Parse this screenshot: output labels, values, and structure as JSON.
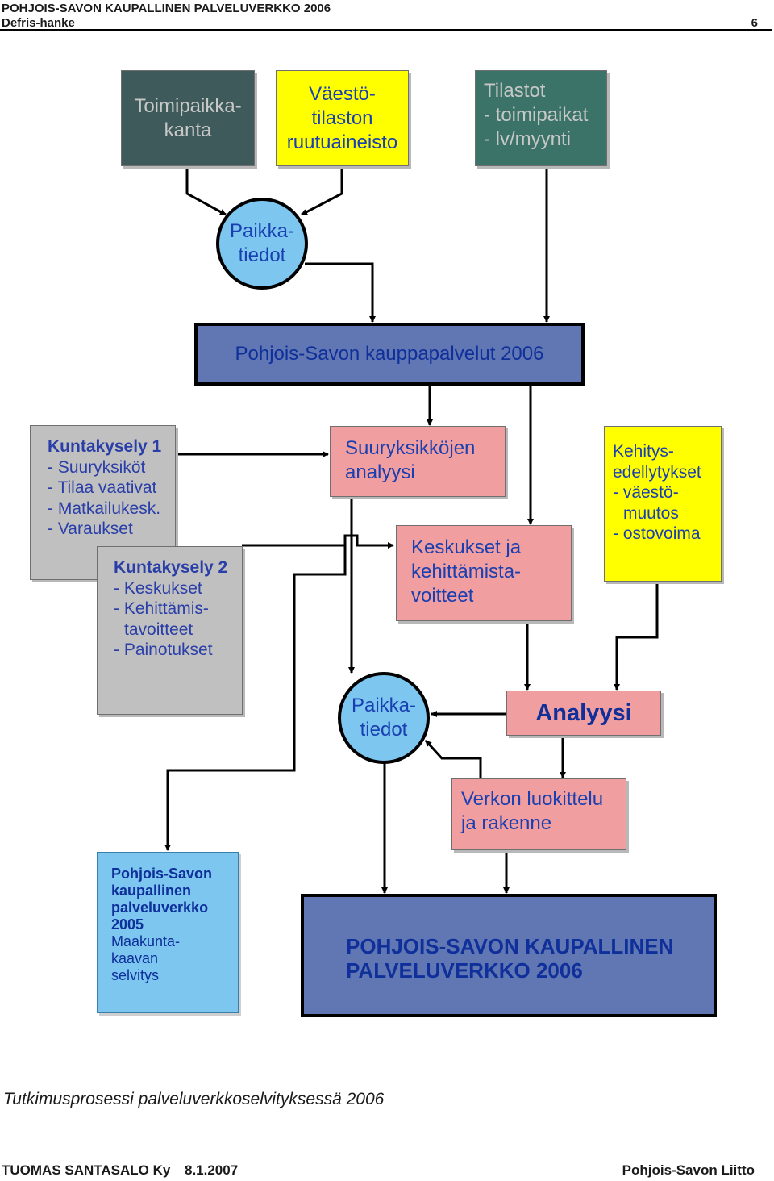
{
  "header": {
    "title": "POHJOIS-SAVON  KAUPALLINEN PALVELUVERKKO 2006",
    "project": "Defris-hanke",
    "page_number": "6"
  },
  "diagram": {
    "toimipaikkakanta": [
      "Toimipaikka-",
      "kanta"
    ],
    "vaesto": [
      "Väestö-",
      "tilaston",
      "ruutuaineisto"
    ],
    "tilastot": [
      "Tilastot",
      "- toimipaikat",
      "- lv/myynti"
    ],
    "paikkatiedot_top": [
      "Paikka-",
      "tiedot"
    ],
    "kauppapalvelut": "Pohjois-Savon kauppapalvelut 2006",
    "kuntakysely1": {
      "title": "Kuntakysely 1",
      "items": [
        "- Suuryksiköt",
        "- Tilaa vaativat",
        "- Matkailukesk.",
        "- Varaukset"
      ]
    },
    "kuntakysely2": {
      "title": "Kuntakysely 2",
      "items": [
        "- Keskukset",
        "- Kehittämis-",
        "tavoitteet",
        "- Painotukset"
      ]
    },
    "suuryksikot": [
      "Suuryksikköjen",
      "analyysi"
    ],
    "keskukset": [
      "Keskukset ja",
      "kehittämista-",
      "voitteet"
    ],
    "kehitys": [
      "Kehitys-",
      "edellytykset",
      "- väestö-",
      "muutos",
      "- ostovoima"
    ],
    "paikkatiedot_mid": [
      "Paikka-",
      "tiedot"
    ],
    "analyysi": "Analyysi",
    "verkko": [
      "Verkon luokittelu",
      "ja rakenne"
    ],
    "palveluverkko2005": {
      "bold": [
        "Pohjois-Savon",
        "kaupallinen",
        "palveluverkko",
        "2005"
      ],
      "normal": [
        "Maakunta-",
        "kaavan",
        "selvitys"
      ]
    },
    "final": [
      "POHJOIS-SAVON KAUPALLINEN",
      "PALVELUVERKKO 2006"
    ]
  },
  "caption": "Tutkimusprosessi palveluverkkoselvityksessä 2006",
  "footer": {
    "author": "TUOMAS SANTASALO Ky",
    "date": "8.1.2007",
    "client": "Pohjois-Savon Liitto"
  },
  "colors": {
    "dark_slate": "#3e5a5a",
    "dark_teal": "#3b7368",
    "yellow": "#ffff00",
    "light_blue": "#7cc6f0",
    "slate_blue": "#6177b3",
    "grey": "#c0c0c0",
    "pink": "#f09ea0"
  }
}
